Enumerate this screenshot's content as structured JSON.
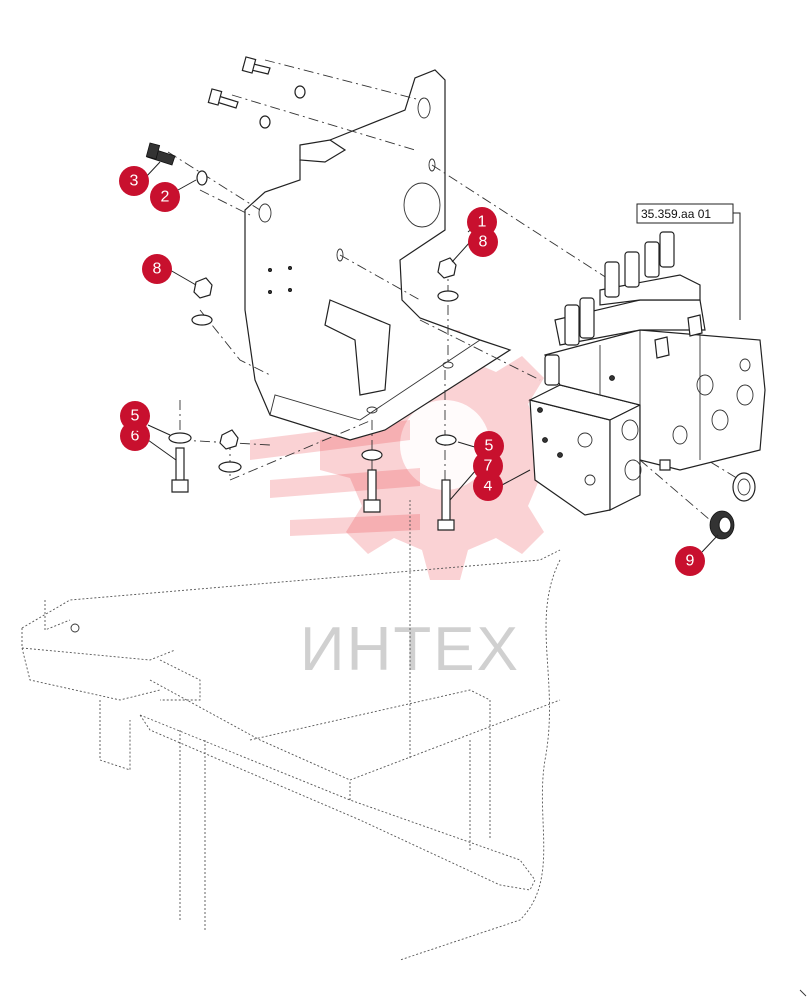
{
  "diagram": {
    "reference_label": "35.359.aa 01",
    "watermark_text": "ИНТЕХ",
    "callouts": [
      {
        "id": "c3",
        "label": "3"
      },
      {
        "id": "c2",
        "label": "2"
      },
      {
        "id": "c8a",
        "label": "8"
      },
      {
        "id": "c8b",
        "label": "8"
      },
      {
        "id": "c5a",
        "label": "5"
      },
      {
        "id": "c6",
        "label": "6"
      },
      {
        "id": "c5b",
        "label": "5"
      },
      {
        "id": "c7",
        "label": "7"
      },
      {
        "id": "c4",
        "label": "4"
      },
      {
        "id": "c9",
        "label": "9"
      },
      {
        "id": "c1",
        "label": "1"
      }
    ]
  }
}
